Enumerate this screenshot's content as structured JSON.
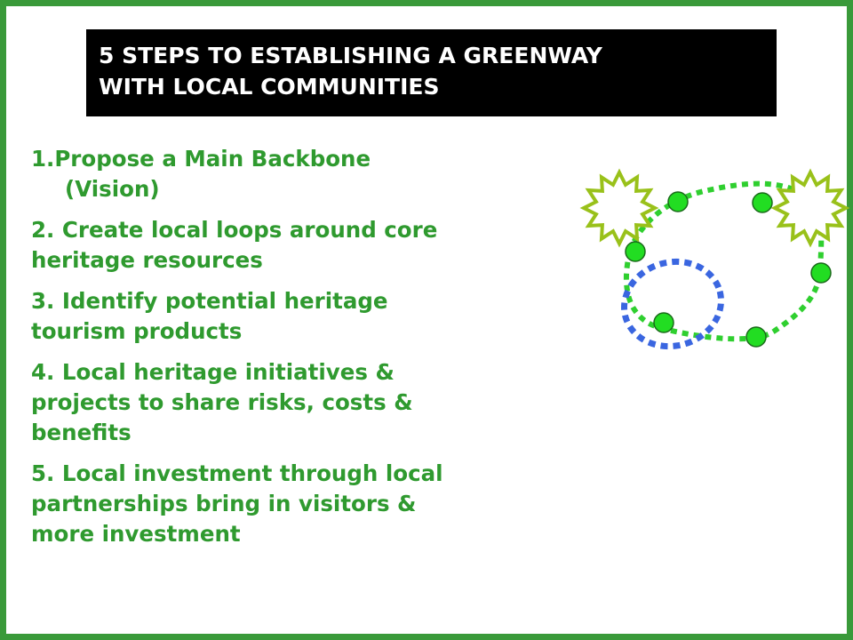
{
  "title": {
    "line1": "5 STEPS TO ESTABLISHING A GREENWAY",
    "line2": "WITH LOCAL COMMUNITIES"
  },
  "steps": [
    {
      "lines": [
        "1.Propose a Main Backbone",
        "(Vision)"
      ]
    },
    {
      "lines": [
        "2. Create local loops around core",
        "heritage resources"
      ]
    },
    {
      "lines": [
        "3. Identify potential heritage",
        "tourism products"
      ]
    },
    {
      "lines": [
        "4. Local heritage initiatives &",
        "projects to share risks, costs &",
        "benefits"
      ]
    },
    {
      "lines": [
        "5. Local investment through local",
        "partnerships bring in visitors &",
        "more investment"
      ]
    }
  ],
  "colors": {
    "frame": "#3a9a3a",
    "text": "#2f9a2f",
    "backbone_path": "#2fcf2f",
    "local_loop": "#3a66e0",
    "node_fill": "#22dd22",
    "star_fill": "#ffffff",
    "star_stroke": "#99c11a"
  },
  "icons": {
    "heritage_site": "starburst-icon",
    "node": "circle-node-icon"
  }
}
